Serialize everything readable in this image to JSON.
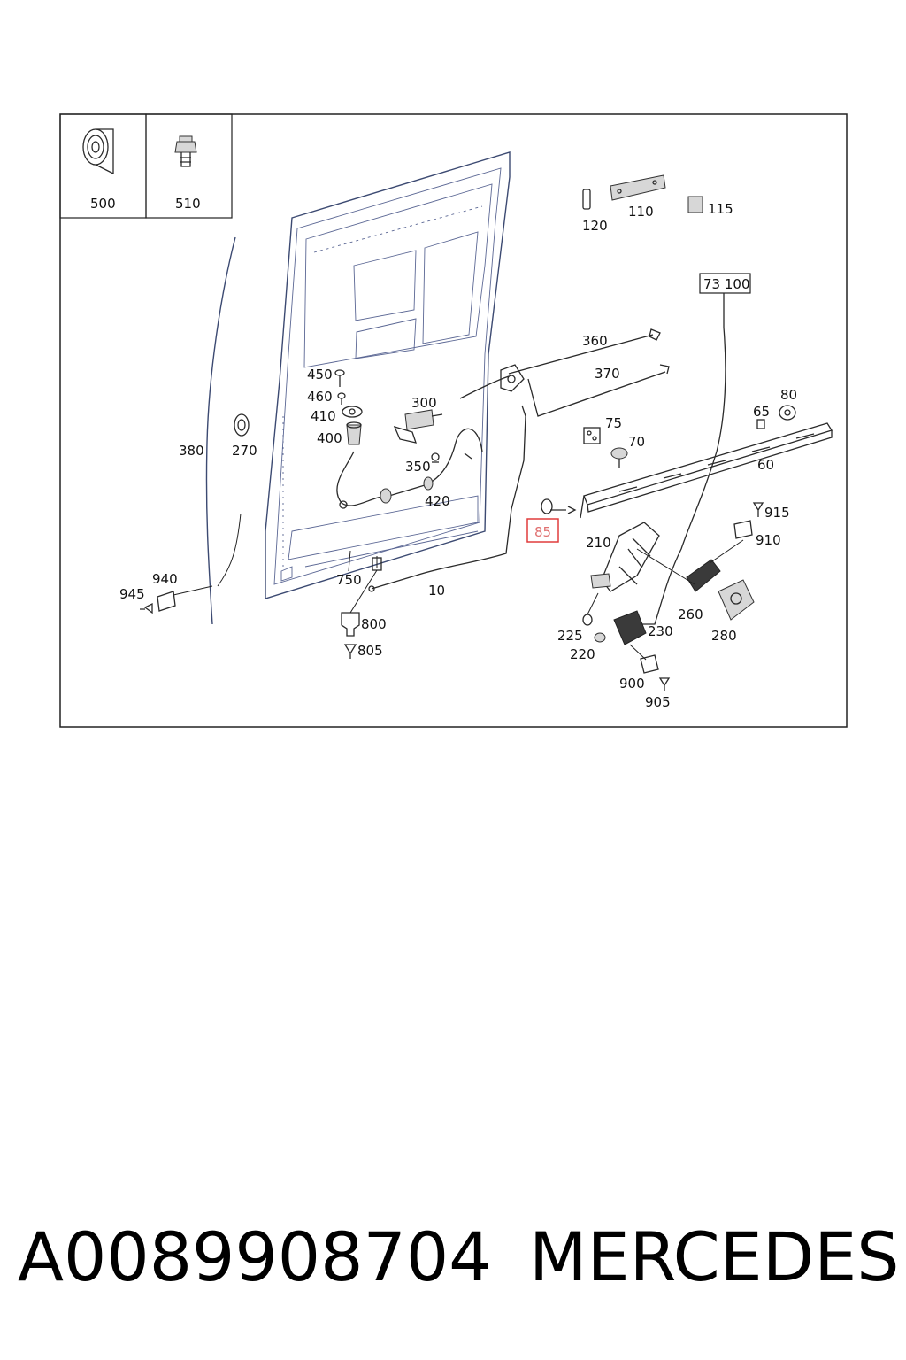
{
  "diagram": {
    "inset_labels": [
      "500",
      "510"
    ],
    "callouts": {
      "c120": "120",
      "c110": "110",
      "c115": "115",
      "c73100": "73 100",
      "c360": "360",
      "c370": "370",
      "c450": "450",
      "c460": "460",
      "c410": "410",
      "c400": "400",
      "c300": "300",
      "c350": "350",
      "c420": "420",
      "c380": "380",
      "c270": "270",
      "c75": "75",
      "c70": "70",
      "c65": "65",
      "c80": "80",
      "c60": "60",
      "c85": "85",
      "c915": "915",
      "c910": "910",
      "c210": "210",
      "c260": "260",
      "c280": "280",
      "c225": "225",
      "c220": "220",
      "c230": "230",
      "c900": "900",
      "c905": "905",
      "c940": "940",
      "c945": "945",
      "c750": "750",
      "c10": "10",
      "c800": "800",
      "c805": "805"
    },
    "highlighted_callout": "85",
    "highlight_color": "#e03c3c"
  },
  "footer": {
    "part_number": "A0089908704",
    "brand": "MERCEDES"
  }
}
